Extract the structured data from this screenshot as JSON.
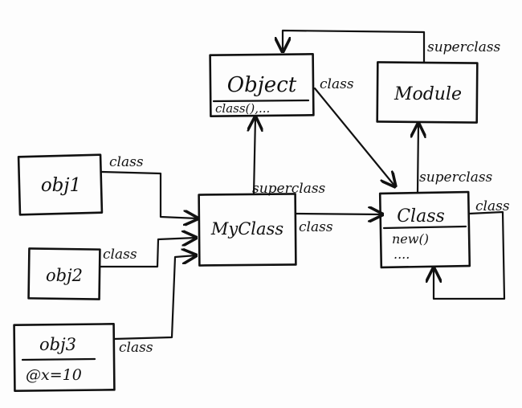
{
  "nodes": {
    "object": {
      "title": "Object",
      "member": "class(),..."
    },
    "module": {
      "title": "Module"
    },
    "myclass": {
      "title": "MyClass"
    },
    "class": {
      "title": "Class",
      "member": "new()",
      "more": "...."
    },
    "obj1": {
      "title": "obj1"
    },
    "obj2": {
      "title": "obj2"
    },
    "obj3": {
      "title": "obj3",
      "member": "@x=10"
    }
  },
  "edges": {
    "obj1_myclass": "class",
    "obj2_myclass": "class",
    "obj3_myclass": "class",
    "myclass_object": "superclass",
    "myclass_class": "class",
    "object_class": "class",
    "class_module": "superclass",
    "module_object": "superclass",
    "class_self": "class"
  }
}
